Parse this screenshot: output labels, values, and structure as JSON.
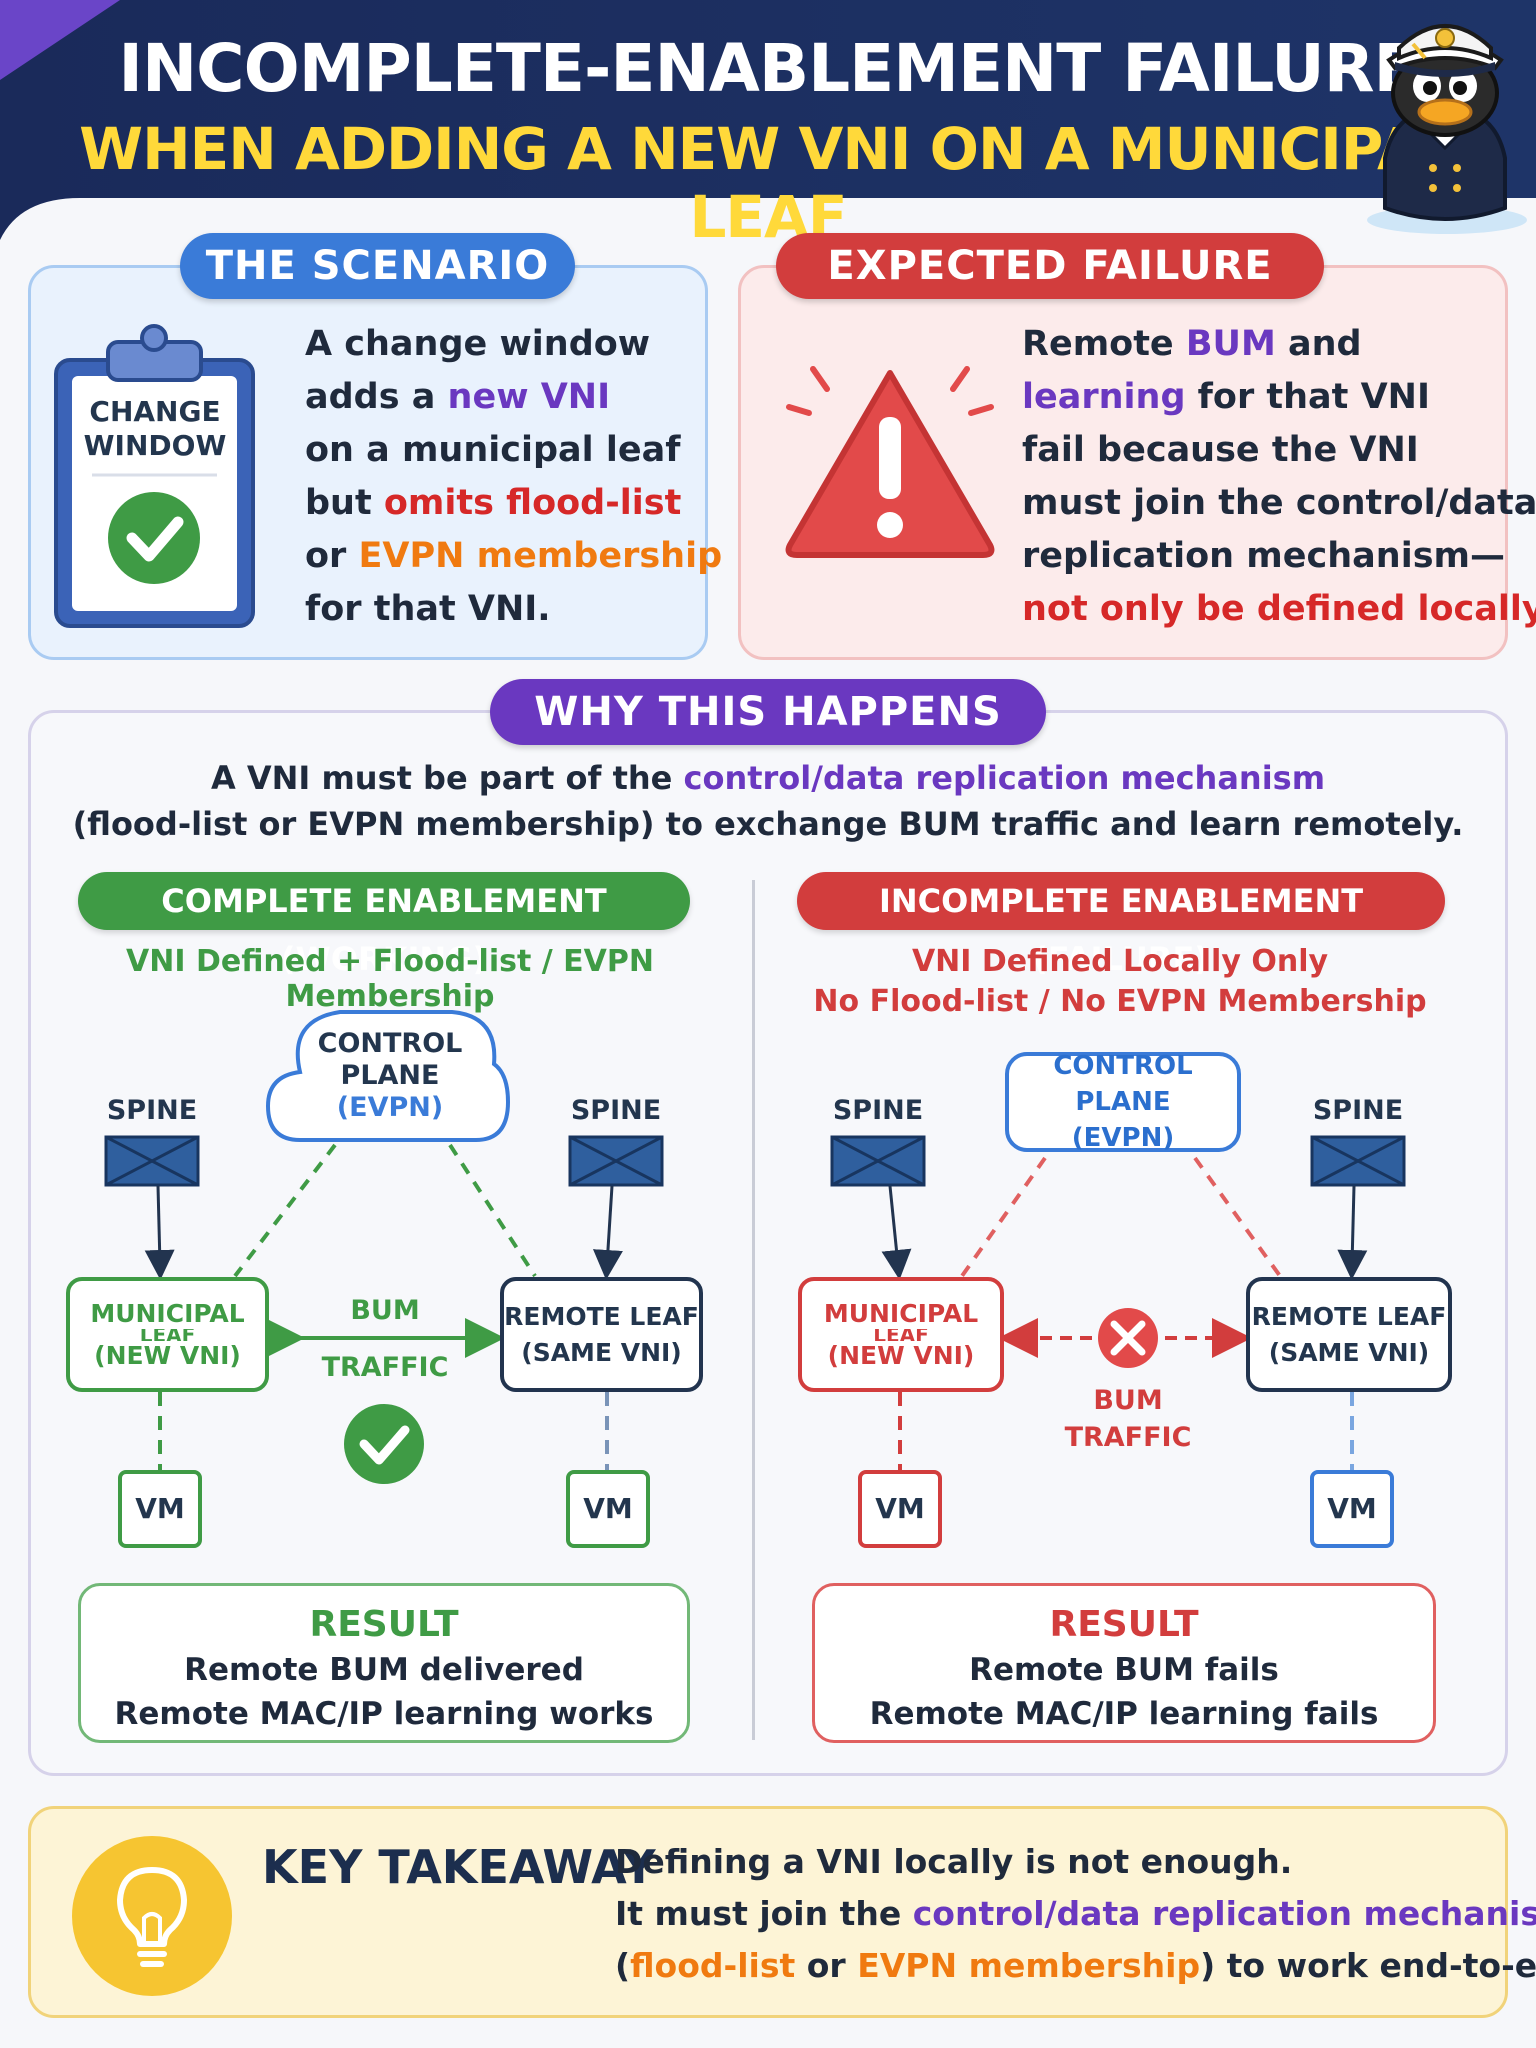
{
  "header": {
    "title_line1": "INCOMPLETE-ENABLEMENT FAILURE",
    "title_line2": "WHEN ADDING A NEW VNI ON A MUNICIPAL LEAF",
    "mascot_icon": "duck-captain-mascot-icon"
  },
  "scenario": {
    "title": "THE SCENARIO",
    "clipboard_label_1": "CHANGE",
    "clipboard_label_2": "WINDOW",
    "line1": "A change window",
    "line2_a": "adds a ",
    "line2_b": "new VNI",
    "line3": "on a municipal leaf",
    "line4_a": "but ",
    "line4_b": "omits flood-list",
    "line5_a": "or ",
    "line5_b": "EVPN membership",
    "line6": "for that VNI."
  },
  "failure": {
    "title": "EXPECTED FAILURE",
    "line1_a": "Remote ",
    "line1_b": "BUM",
    "line1_c": " and",
    "line2_a": "learning",
    "line2_b": " for that VNI",
    "line3": "fail because the VNI",
    "line4": "must join the control/data",
    "line5": "replication mechanism—",
    "line6": "not only be defined locally."
  },
  "why": {
    "title": "WHY THIS HAPPENS",
    "intro1_a": "A VNI must be part of the ",
    "intro1_b": "control/data replication mechanism",
    "intro2": "(flood-list or EVPN membership) to exchange BUM traffic and learn remotely."
  },
  "working": {
    "title": "COMPLETE ENABLEMENT (WORKING)",
    "subtitle": "VNI Defined + Flood-list / EVPN Membership",
    "control_1": "CONTROL",
    "control_2": "PLANE",
    "control_3": "(EVPN)",
    "spine_left": "SPINE",
    "spine_right": "SPINE",
    "leaf_left_1": "MUNICIPAL",
    "leaf_left_2": "LEAF",
    "leaf_left_3": "(NEW VNI)",
    "leaf_right_1": "REMOTE LEAF",
    "leaf_right_2": "(SAME VNI)",
    "bum_1": "BUM",
    "bum_2": "TRAFFIC",
    "vm_left": "VM",
    "vm_right": "VM",
    "result_title": "RESULT",
    "result_line1": "Remote BUM delivered",
    "result_line2": "Remote MAC/IP learning works"
  },
  "failing": {
    "title": "INCOMPLETE ENABLEMENT (FAILURE)",
    "subtitle1": "VNI Defined Locally Only",
    "subtitle2": "No Flood-list / No EVPN Membership",
    "control_1": "CONTROL PLANE",
    "control_2": "(EVPN)",
    "spine_left": "SPINE",
    "spine_right": "SPINE",
    "leaf_left_1": "MUNICIPAL",
    "leaf_left_2": "LEAF",
    "leaf_left_3": "(NEW VNI)",
    "leaf_right_1": "REMOTE LEAF",
    "leaf_right_2": "(SAME VNI)",
    "bum_1": "BUM",
    "bum_2": "TRAFFIC",
    "vm_left": "VM",
    "vm_right": "VM",
    "result_title": "RESULT",
    "result_line1": "Remote BUM fails",
    "result_line2": "Remote MAC/IP learning fails"
  },
  "takeaway": {
    "title": "KEY TAKEAWAY",
    "line1": "Defining a VNI locally is not enough.",
    "line2_a": "It must join the ",
    "line2_b": "control/data replication mechanism",
    "line3_a": "(",
    "line3_b": "flood-list",
    "line3_c": " or ",
    "line3_d": "EVPN membership",
    "line3_e": ") to work end-to-end."
  },
  "colors": {
    "navy": "#1b2d5c",
    "yellow": "#ffd93a",
    "blue": "#3a7bd8",
    "red": "#d23d3d",
    "purple": "#6a38c0",
    "green": "#3f9b45",
    "orange": "#f07a10"
  }
}
